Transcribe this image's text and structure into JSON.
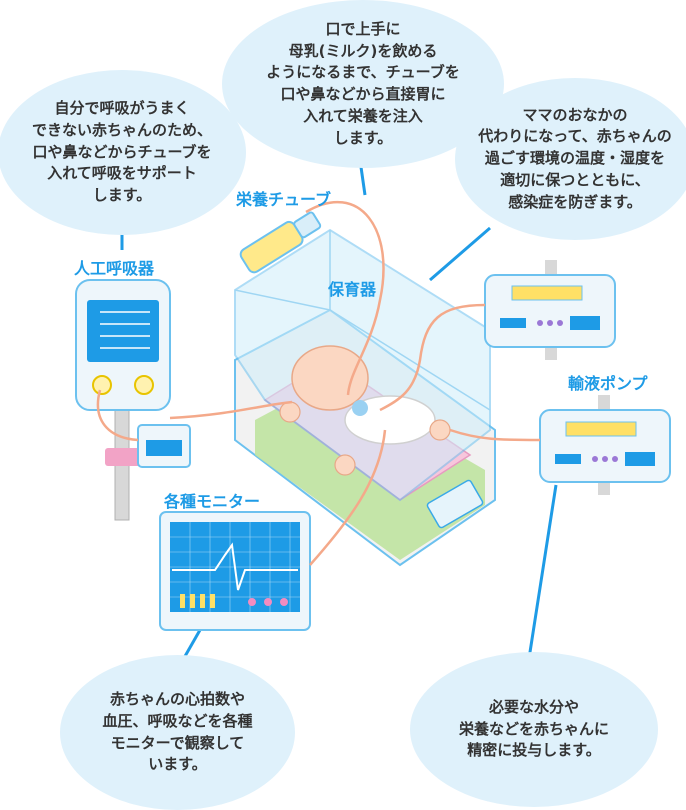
{
  "bubbles": {
    "ventilator": "自分で呼吸がうまく\nできない赤ちゃんのため、\n口や鼻などからチューブを\n入れて呼吸をサポート\nします。",
    "feeding": "口で上手に\n母乳(ミルク)を飲める\nようになるまで、チューブを\n口や鼻などから直接胃に\n入れて栄養を注入\nします。",
    "incubator": "ママのおなかの\n代わりになって、赤ちゃんの\n過ごす環境の温度・湿度を\n適切に保つとともに、\n感染症を防ぎます。",
    "monitor": "赤ちゃんの心拍数や\n血圧、呼吸などを各種\nモニターで観察して\nいます。",
    "pump": "必要な水分や\n栄養などを赤ちゃんに\n精密に投与します。"
  },
  "labels": {
    "ventilator": "人工呼吸器",
    "feeding": "栄養チューブ",
    "incubator": "保育器",
    "monitor": "各種モニター",
    "pump": "輸液ポンプ"
  },
  "colors": {
    "accent_blue": "#1e9be6",
    "bubble_fill": "#dff1fb",
    "tube": "#f4a98a",
    "leader": "#1e9be6"
  }
}
